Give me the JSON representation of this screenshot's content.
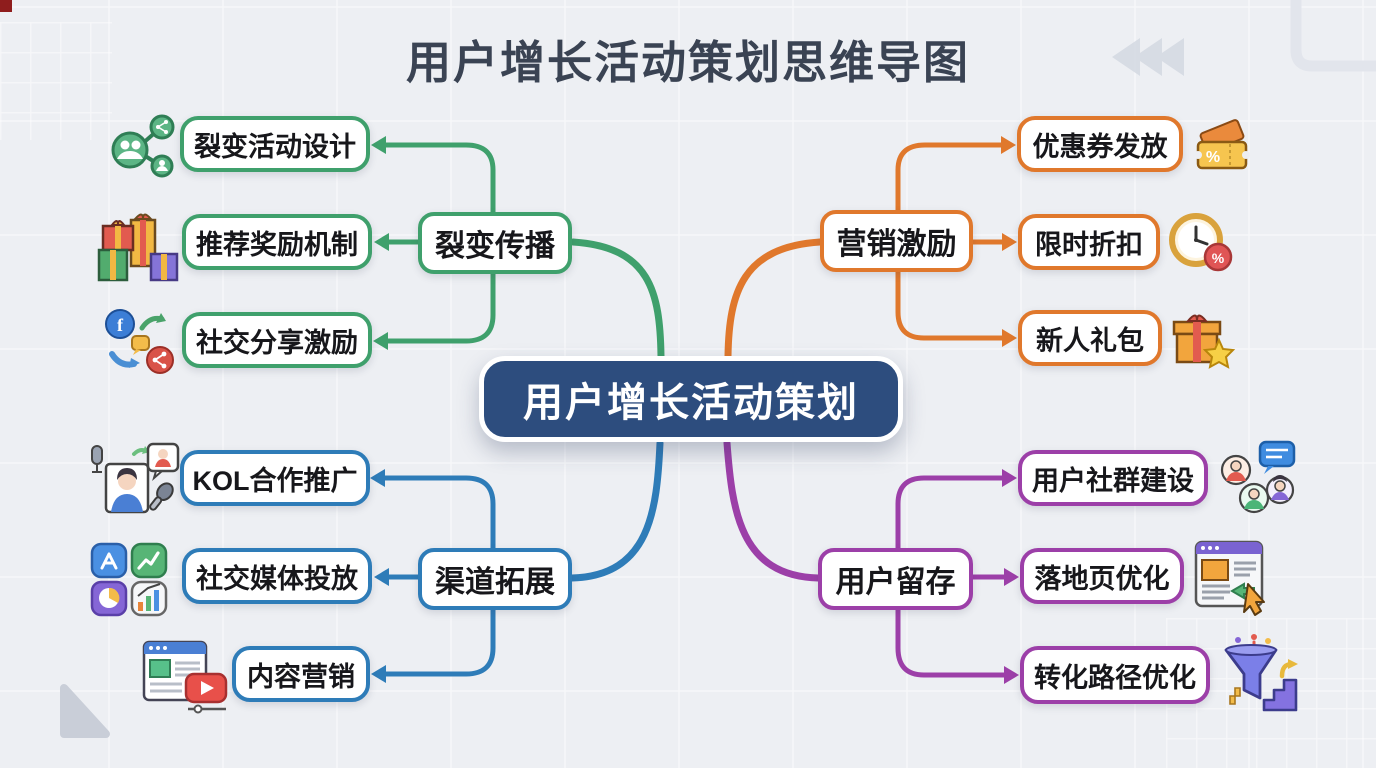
{
  "title": "用户增长活动策划思维导图",
  "center": {
    "label": "用户增长活动策划"
  },
  "branches": [
    {
      "label": "裂变传播",
      "color": "#3fa06c",
      "side": "left",
      "children": [
        {
          "label": "裂变活动设计",
          "icon": "share-network-icon"
        },
        {
          "label": "推荐奖励机制",
          "icon": "gift-boxes-icon"
        },
        {
          "label": "社交分享激励",
          "icon": "social-share-icon"
        }
      ]
    },
    {
      "label": "营销激励",
      "color": "#e0782c",
      "side": "right",
      "children": [
        {
          "label": "优惠券发放",
          "icon": "coupon-tickets-icon"
        },
        {
          "label": "限时折扣",
          "icon": "clock-discount-icon"
        },
        {
          "label": "新人礼包",
          "icon": "gift-star-icon"
        }
      ]
    },
    {
      "label": "渠道拓展",
      "color": "#2e7cb8",
      "side": "left",
      "children": [
        {
          "label": "KOL合作推广",
          "icon": "kol-broadcast-icon"
        },
        {
          "label": "社交媒体投放",
          "icon": "app-tiles-icon"
        },
        {
          "label": "内容营销",
          "icon": "content-video-icon"
        }
      ]
    },
    {
      "label": "用户留存",
      "color": "#9c3fa8",
      "side": "right",
      "children": [
        {
          "label": "用户社群建设",
          "icon": "community-chat-icon"
        },
        {
          "label": "落地页优化",
          "icon": "landing-page-icon"
        },
        {
          "label": "转化路径优化",
          "icon": "funnel-stairs-icon"
        }
      ]
    }
  ],
  "colors": {
    "green": "#3fa06c",
    "orange": "#e0782c",
    "blue": "#2e7cb8",
    "purple": "#9c3fa8",
    "center_bg": "#2d4d7e",
    "title": "#3a4353",
    "background": "#edeff3"
  }
}
